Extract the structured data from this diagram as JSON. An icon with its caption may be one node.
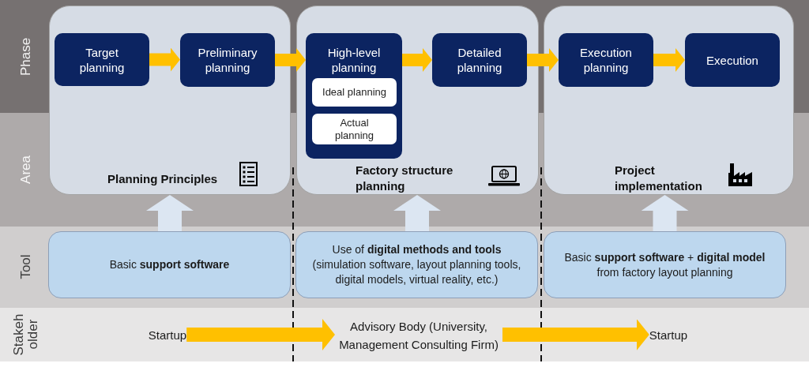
{
  "diagram": {
    "nodes": [
      {
        "text": [
          "Planning Principles"
        ]
      },
      {
        "text": [
          "Target planning"
        ],
        "in": 0
      },
      {
        "text": [
          "Preliminary planning"
        ],
        "in": 0
      },
      {
        "text": [
          "Factory structure planning"
        ]
      },
      {
        "text": [
          "High-level planning"
        ],
        "in": 3
      },
      {
        "text": [
          "Ideal planning"
        ],
        "in": 4
      },
      {
        "text": [
          "Actual planning"
        ],
        "in": 4
      },
      {
        "text": [
          "Detailed planning"
        ],
        "in": 3
      },
      {
        "text": [
          "Project implementation"
        ]
      },
      {
        "text": [
          "Execution planning"
        ],
        "in": 8
      },
      {
        "text": [
          "Execution"
        ],
        "in": 8
      },
      {
        "text": [
          "Basic **support software**"
        ]
      },
      {
        "text": [
          "Use of **digital methods and tools** (simulation software, layout planning tools, digital models, virtual reality, etc.)"
        ]
      },
      {
        "text": [
          "Basic **support software** + **digital model** from factory layout planning"
        ]
      },
      {
        "text": [
          "Startup"
        ]
      },
      {
        "text": [
          "Advisory Body (University, Management Consulting Firm)"
        ]
      },
      {
        "text": [
          "Startup"
        ]
      }
    ],
    "edges": [
      {
        "from": 1,
        "to": 2,
        "arrow": "to"
      },
      {
        "from": 2,
        "to": 4,
        "arrow": "to"
      },
      {
        "from": 4,
        "to": 7,
        "arrow": "to"
      },
      {
        "from": 7,
        "to": 9,
        "arrow": "to"
      },
      {
        "from": 9,
        "to": 10,
        "arrow": "to"
      },
      {
        "from": 11,
        "to": 0,
        "arrow": "to",
        "color": "#dce6f2"
      },
      {
        "from": 12,
        "to": 3,
        "arrow": "to",
        "color": "#dce6f2"
      },
      {
        "from": 13,
        "to": 8,
        "arrow": "to",
        "color": "#dce6f2"
      },
      {
        "from": 14,
        "to": 15,
        "arrow": "to"
      },
      {
        "from": 15,
        "to": 16,
        "arrow": "to"
      }
    ],
    "labels": [
      "Phase",
      "Area",
      "Tool",
      "Stakeh older"
    ]
  }
}
